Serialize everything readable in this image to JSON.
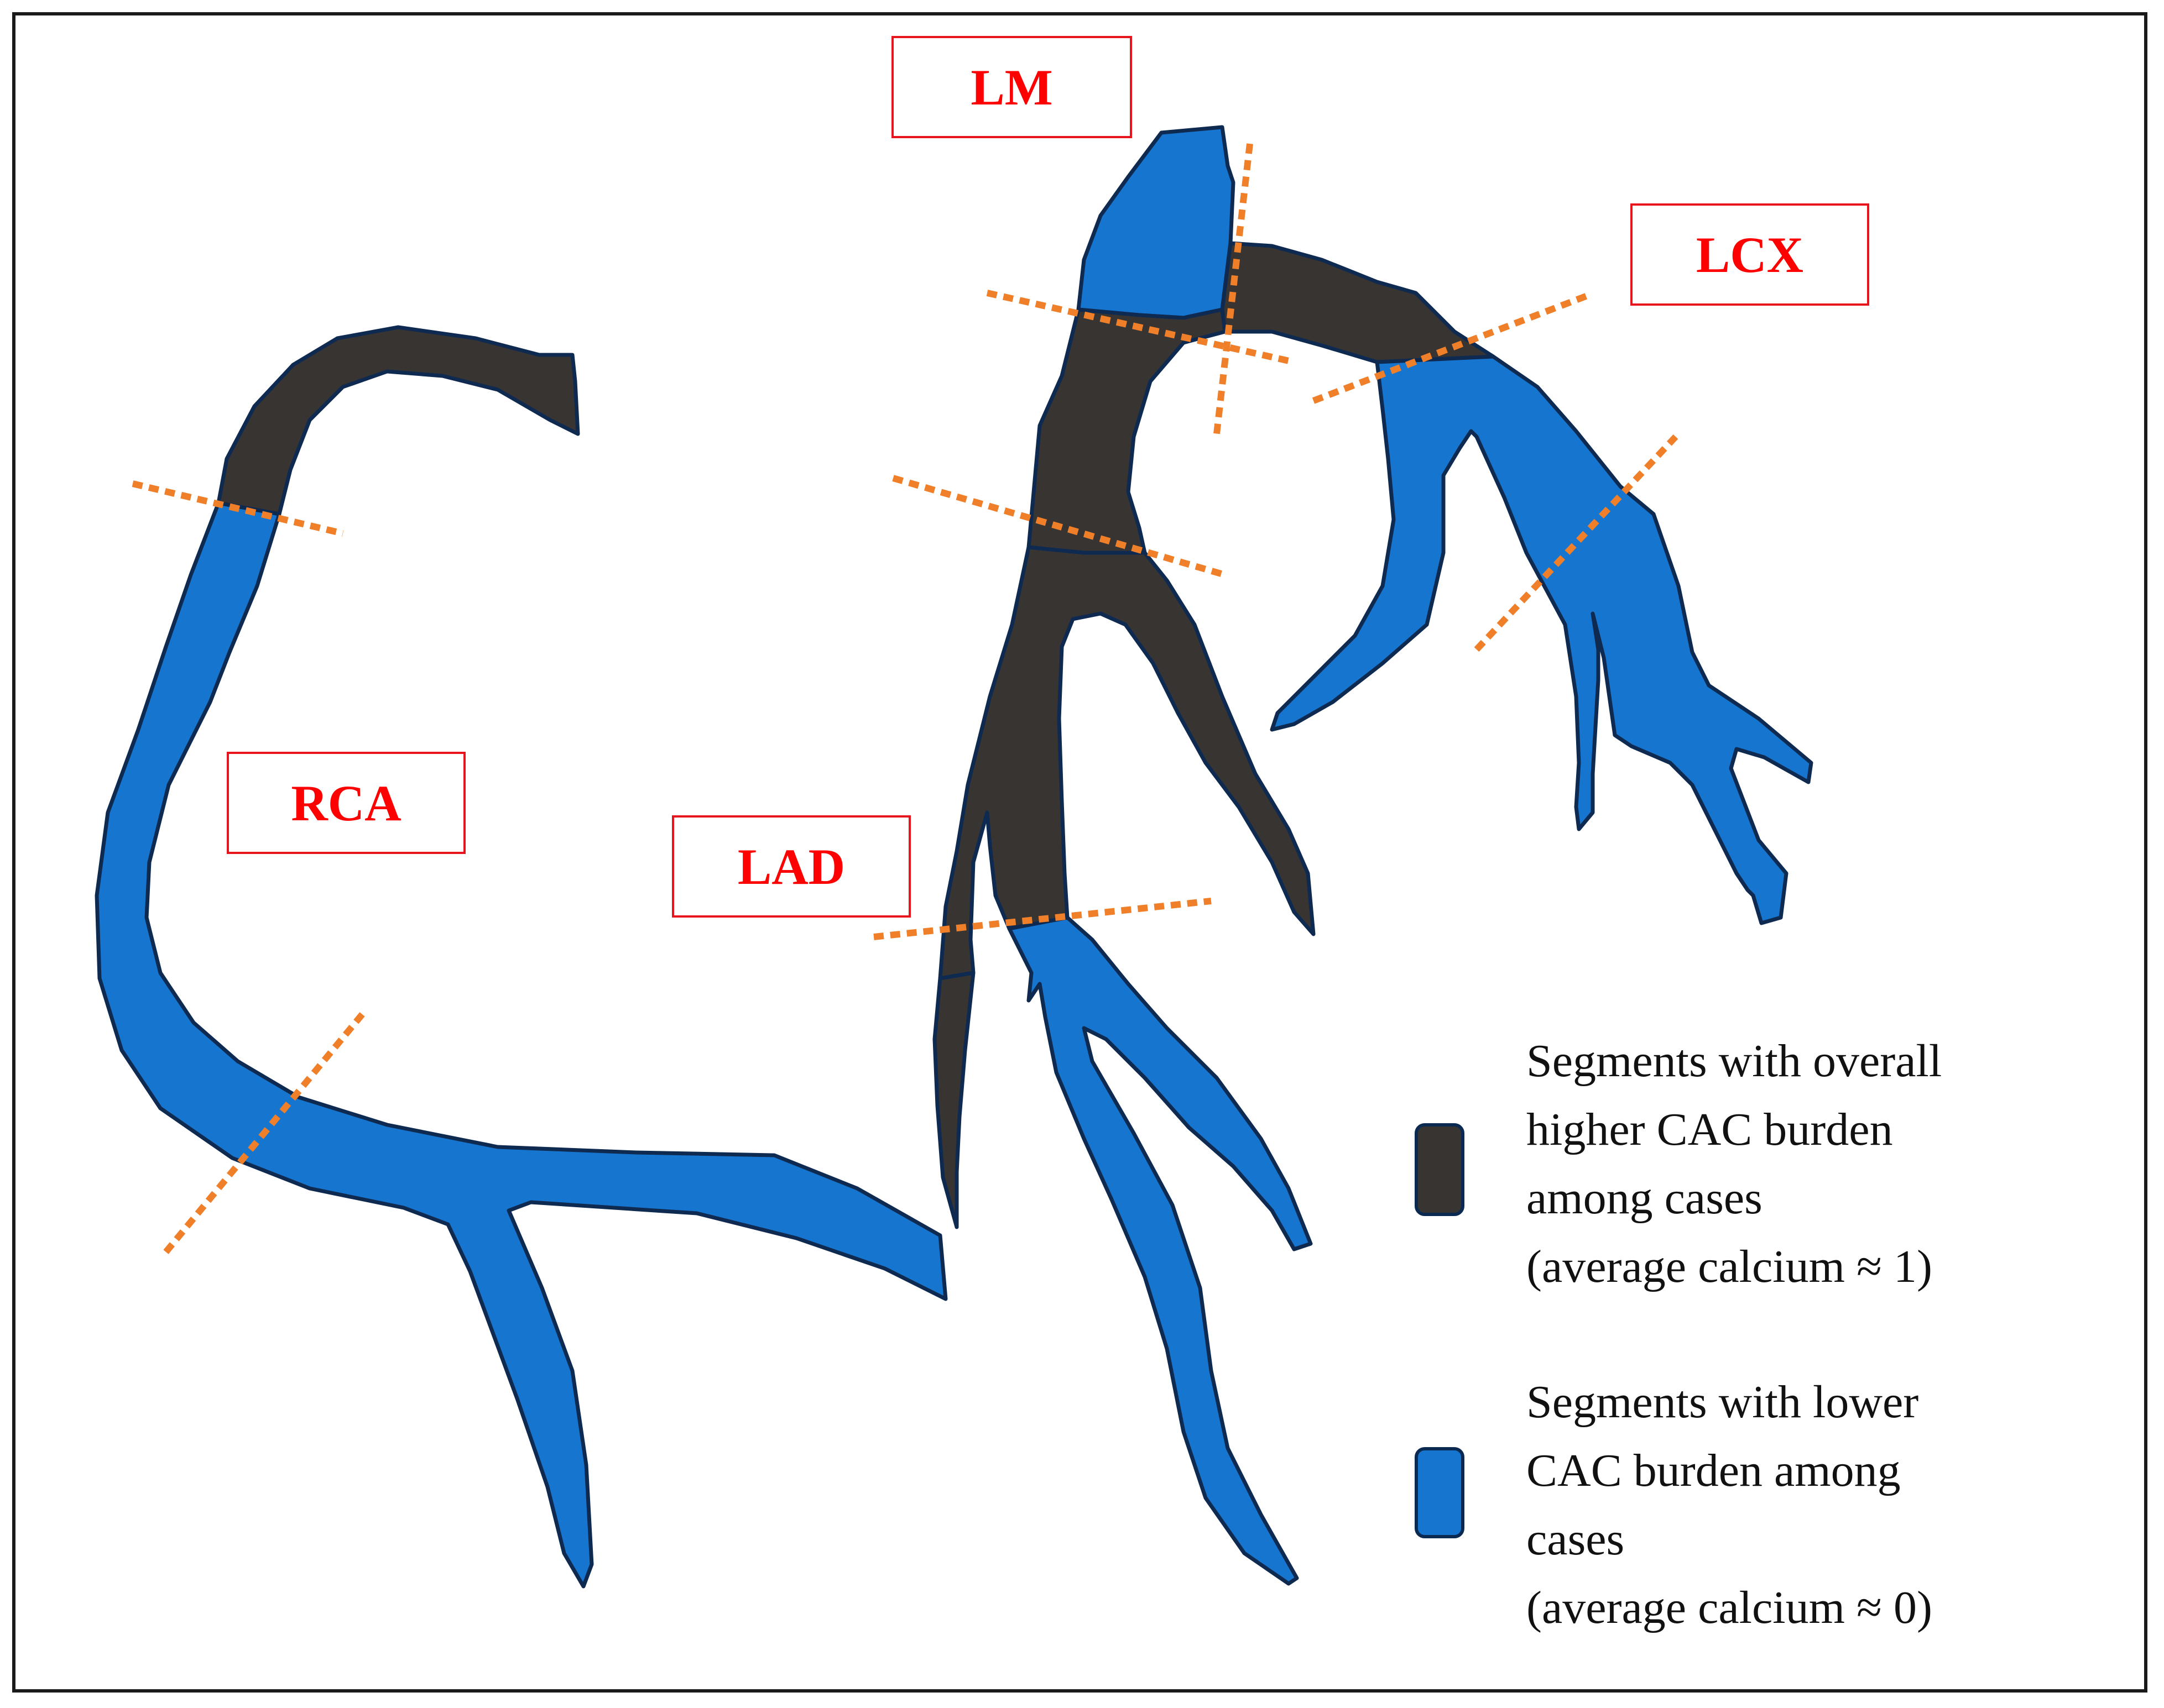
{
  "labels": {
    "lm": "LM",
    "lcx": "LCX",
    "rca": "RCA",
    "lad": "LAD"
  },
  "legend": {
    "higher": {
      "text": "Segments with overall\nhigher CAC burden\namong cases\n(average calcium ≈ 1)",
      "color": "#383432"
    },
    "lower": {
      "text": "Segments with lower\nCAC burden among\ncases\n(average calcium ≈ 0)",
      "color": "#1675cf"
    }
  },
  "colors": {
    "high_segment": "#383432",
    "low_segment": "#1675cf",
    "outline": "#0f2a50",
    "divider": "#f07f2a",
    "label_text": "#ff0000",
    "label_border": "#e8141b"
  }
}
